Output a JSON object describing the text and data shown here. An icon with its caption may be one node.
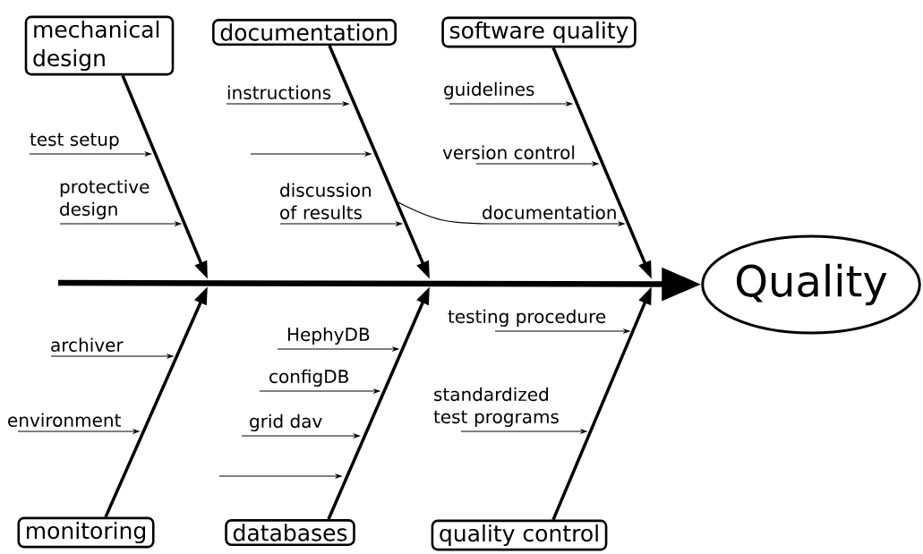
{
  "diagram": {
    "nodes": [
      {
        "text": [
          "mechanical design"
        ]
      },
      {
        "text": [
          "documentation"
        ]
      },
      {
        "text": [
          "software quality"
        ]
      },
      {
        "text": [
          "test setup"
        ]
      },
      {
        "text": [
          "protective design"
        ]
      },
      {
        "text": [
          "instructions"
        ]
      },
      {
        "text": [
          "discussion of results"
        ]
      },
      {
        "text": [
          "guidelines"
        ]
      },
      {
        "text": [
          "version control"
        ]
      },
      {
        "text": [
          "documentation"
        ]
      },
      {
        "text": [
          "Quality"
        ]
      },
      {
        "text": [
          "archiver"
        ]
      },
      {
        "text": [
          "environment"
        ]
      },
      {
        "text": [
          "HephyDB"
        ]
      },
      {
        "text": [
          "configDB"
        ]
      },
      {
        "text": [
          "grid dav"
        ]
      },
      {
        "text": [
          "testing procedure"
        ]
      },
      {
        "text": [
          "standardized test programs"
        ]
      },
      {
        "text": [
          "monitoring"
        ]
      },
      {
        "text": [
          "databases"
        ]
      },
      {
        "text": [
          "quality control"
        ]
      }
    ],
    "edges": [
      {
        "from": null,
        "to": 10,
        "arrow": "to",
        "style": "thick"
      },
      {
        "from": 0,
        "to": null,
        "arrow": "to",
        "style": "thick"
      },
      {
        "from": 1,
        "to": null,
        "arrow": "to",
        "style": "thick"
      },
      {
        "from": 2,
        "to": null,
        "arrow": "to",
        "style": "thick"
      },
      {
        "from": 18,
        "to": null,
        "arrow": "to",
        "style": "thick"
      },
      {
        "from": 19,
        "to": null,
        "arrow": "to",
        "style": "thick"
      },
      {
        "from": 20,
        "to": null,
        "arrow": "to",
        "style": "thick"
      },
      {
        "from": 3,
        "to": null,
        "arrow": "to"
      },
      {
        "from": 4,
        "to": null,
        "arrow": "to"
      },
      {
        "from": 5,
        "to": null,
        "arrow": "to"
      },
      {
        "from": 6,
        "to": null,
        "arrow": "to"
      },
      {
        "from": 7,
        "to": null,
        "arrow": "to"
      },
      {
        "from": 8,
        "to": null,
        "arrow": "to"
      },
      {
        "from": 9,
        "to": null,
        "arrow": "to"
      },
      {
        "from": null,
        "to": 9,
        "arrow": "none"
      },
      {
        "from": 11,
        "to": null,
        "arrow": "to"
      },
      {
        "from": 12,
        "to": null,
        "arrow": "to"
      },
      {
        "from": 13,
        "to": null,
        "arrow": "to"
      },
      {
        "from": 14,
        "to": null,
        "arrow": "to"
      },
      {
        "from": 15,
        "to": null,
        "arrow": "to"
      },
      {
        "from": 16,
        "to": null,
        "arrow": "to"
      },
      {
        "from": 17,
        "to": null,
        "arrow": "to"
      }
    ]
  }
}
